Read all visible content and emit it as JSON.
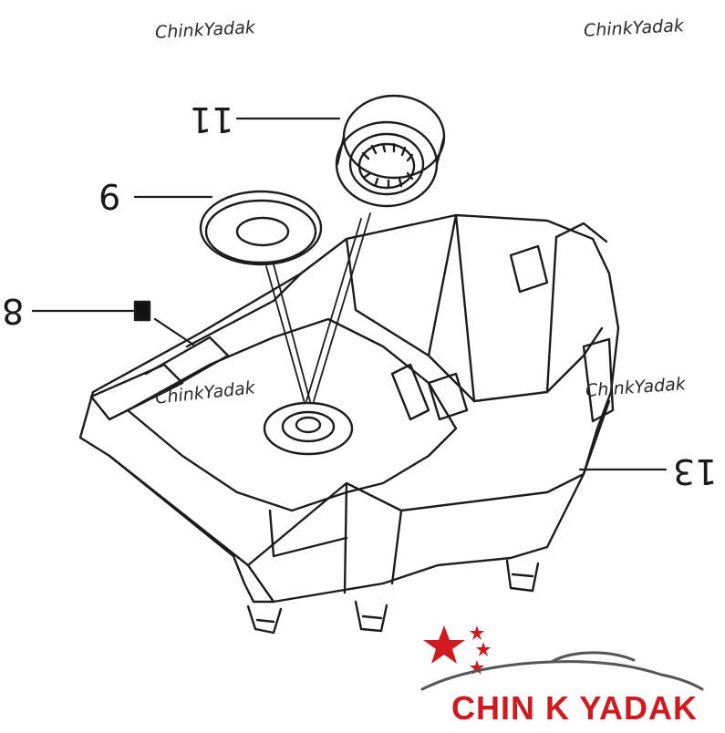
{
  "watermarks": [
    {
      "text": "ChinkYadak"
    },
    {
      "text": "ChinkYadak"
    },
    {
      "text": "ChinkYadak"
    },
    {
      "text": "ChinkYadak"
    }
  ],
  "callouts": {
    "part_11": "11",
    "part_9": "9",
    "part_8": "8",
    "part_13": "13"
  },
  "logo": {
    "text": "CHIN K YADAK",
    "brand_color": "#d11a1f",
    "star_icon": "star-icon",
    "car_icon": "car-silhouette-icon"
  },
  "colors": {
    "line": "#1c1c1c",
    "background": "#ffffff"
  }
}
